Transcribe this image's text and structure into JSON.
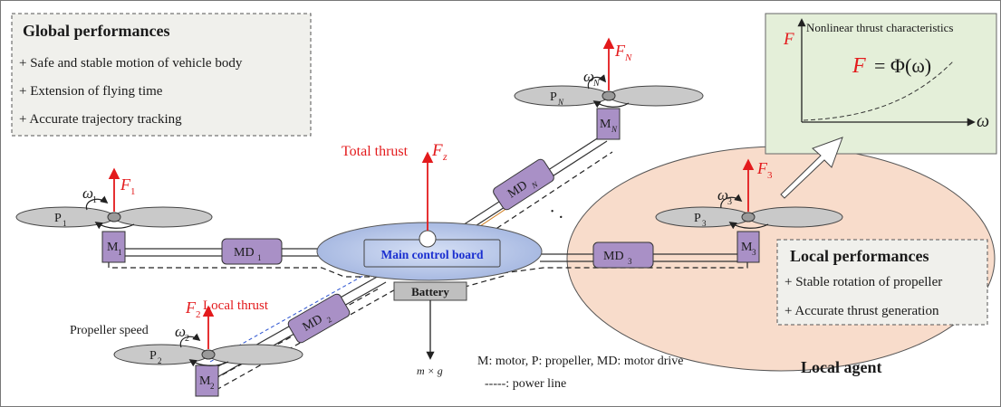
{
  "global_box": {
    "title": "Global performances",
    "items": [
      "+ Safe and stable motion of vehicle body",
      "+ Extension of flying time",
      "+ Accurate trajectory tracking"
    ]
  },
  "local_box": {
    "title": "Local performances",
    "items": [
      "+ Stable rotation of propeller",
      "+ Accurate thrust generation"
    ]
  },
  "inset": {
    "title": "Nonlinear thrust characteristics",
    "y_axis": "F",
    "x_axis": "ω",
    "equation_lhs": "F",
    "equation_rhs": "= Φ(ω)"
  },
  "labels": {
    "total_thrust": "Total thrust",
    "total_thrust_symbol": "F",
    "total_thrust_sub": "z",
    "main_board": "Main control board",
    "battery": "Battery",
    "gravity": "m × g",
    "legend_line1": "M: motor, P: propeller, MD: motor drive",
    "legend_line2": "-----: power line",
    "local_agent": "Local agent",
    "local_thrust": "Local thrust",
    "propeller_speed": "Propeller speed",
    "ellipsis": "· ·"
  },
  "rotors": [
    {
      "p": "P",
      "p_sub": "1",
      "m": "M",
      "m_sub": "1",
      "w_sub": "1",
      "f_sub": "1",
      "md": "MD",
      "md_sub": "1"
    },
    {
      "p": "P",
      "p_sub": "2",
      "m": "M",
      "m_sub": "2",
      "w_sub": "2",
      "f_sub": "2",
      "md": "MD",
      "md_sub": "2"
    },
    {
      "p": "P",
      "p_sub": "3",
      "m": "M",
      "m_sub": "3",
      "w_sub": "3",
      "f_sub": "3",
      "md": "MD",
      "md_sub": "3"
    },
    {
      "p": "P",
      "p_sub": "N",
      "m": "M",
      "m_sub": "N",
      "w_sub": "N",
      "f_sub": "N",
      "md": "MD",
      "md_sub": "N"
    }
  ],
  "symbols": {
    "omega": "ω",
    "force": "F"
  },
  "colors": {
    "thrust": "#e31a1c",
    "motor": "#a990c6",
    "board": "#a7b8e0",
    "board_text": "#1a2fd0",
    "local_agent": "#f8dccb",
    "inset_bg": "#e4efd9",
    "battery": "#bfbfbf"
  }
}
